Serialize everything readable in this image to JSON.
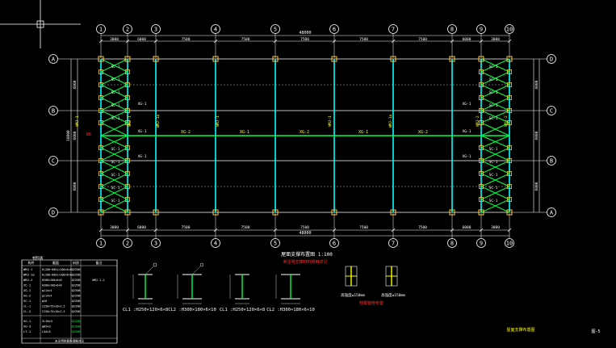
{
  "colors": {
    "background": "#000000",
    "grid": "#ffffff",
    "column": "#00ffff",
    "bracing": "#00ff40",
    "strut": "#00ff40",
    "label_yellow": "#ffff00",
    "label_red": "#ff3030",
    "anchor": "#ffcc33"
  },
  "plan": {
    "axis_numbers": [
      "1",
      "2",
      "3",
      "4",
      "5",
      "6",
      "7",
      "8",
      "9",
      "10"
    ],
    "axis_letters_left": [
      "A",
      "B",
      "C",
      "D"
    ],
    "axis_letters_right": [
      "D",
      "C",
      "B",
      "A"
    ],
    "overall_dim": "48000",
    "top_bay_dims": [
      "3000",
      "6000",
      "7500",
      "7500",
      "7500",
      "7500",
      "7500",
      "6000",
      "3000"
    ],
    "bottom_bay_dims": [
      "3000",
      "6000",
      "7500",
      "7500",
      "7500",
      "7500",
      "7500",
      "6000",
      "3000"
    ],
    "left_dims": [
      "6000",
      "6000",
      "6000"
    ],
    "left_total": "18000",
    "right_dims": [
      "6000",
      "6000",
      "6000"
    ],
    "strut_labels": [
      "XG-2",
      "XG-1",
      "XG-2",
      "XG-1",
      "XG-2"
    ],
    "column_labels": [
      "WMJ-1",
      "WMJ-1a",
      "WMJ-1",
      "WMJ-1",
      "WMJ-1a",
      "WMJ-2"
    ],
    "bracing_label": "SC-1",
    "strut_short_label": "XG-1",
    "end_column_label": "ZC-1",
    "ridge_mark": "RE"
  },
  "title_block": {
    "title": "屋面支撑布置图",
    "scale": "1:100",
    "note": "未注明支撑材料规格详见"
  },
  "sections": [
    {
      "label": "CL1 :H250×120×6×8"
    },
    {
      "label": "CL2 :H300×180×6×10"
    },
    {
      "label": "CL1 :H250×120×6×8"
    },
    {
      "label": "CL2 :H300×180×6×10"
    }
  ],
  "details": {
    "left_caption": "高强度≤150mm",
    "right_caption": "高强度≤150mm",
    "sub_caption": "柱脚锚栓布置"
  },
  "legend": {
    "title": "材料表",
    "headers": [
      "构件",
      "截面",
      "材质",
      "备注"
    ],
    "rows": [
      [
        "WMJ-1",
        "H(200~600)×200×6×8",
        "Q235B",
        ""
      ],
      [
        "WMJ-1a",
        "H(200~600)×200×6×8",
        "Q235B",
        ""
      ],
      [
        "WMJ-2",
        "H200×200×6×8",
        "Q235B",
        "WMJ-1,2"
      ],
      [
        "ZC-1",
        "H300×200×6×8",
        "Q235B",
        ""
      ],
      [
        "XG-1",
        "φ114×4",
        "Q235B",
        ""
      ],
      [
        "XG-2",
        "φ114×4",
        "Q235B",
        ""
      ],
      [
        "SC-1",
        "φ20",
        "Q235B",
        ""
      ],
      [
        "CL-1",
        "C250×75×20×2.5",
        "Q235B",
        ""
      ],
      [
        "CL-2",
        "C250×75×20×2.5",
        "Q235B",
        ""
      ]
    ],
    "footer_rows": [
      [
        "SG-1",
        "2L50×5",
        "Q235B"
      ],
      [
        "XG-3",
        "φ89×3",
        "Q235B"
      ],
      [
        "LT-1",
        "L50×5",
        "Q235B"
      ]
    ],
    "footnote": "未注明的檩条规格详见"
  },
  "drawing_id": "图-5",
  "caption_bottom": "屋面支撑布置图"
}
